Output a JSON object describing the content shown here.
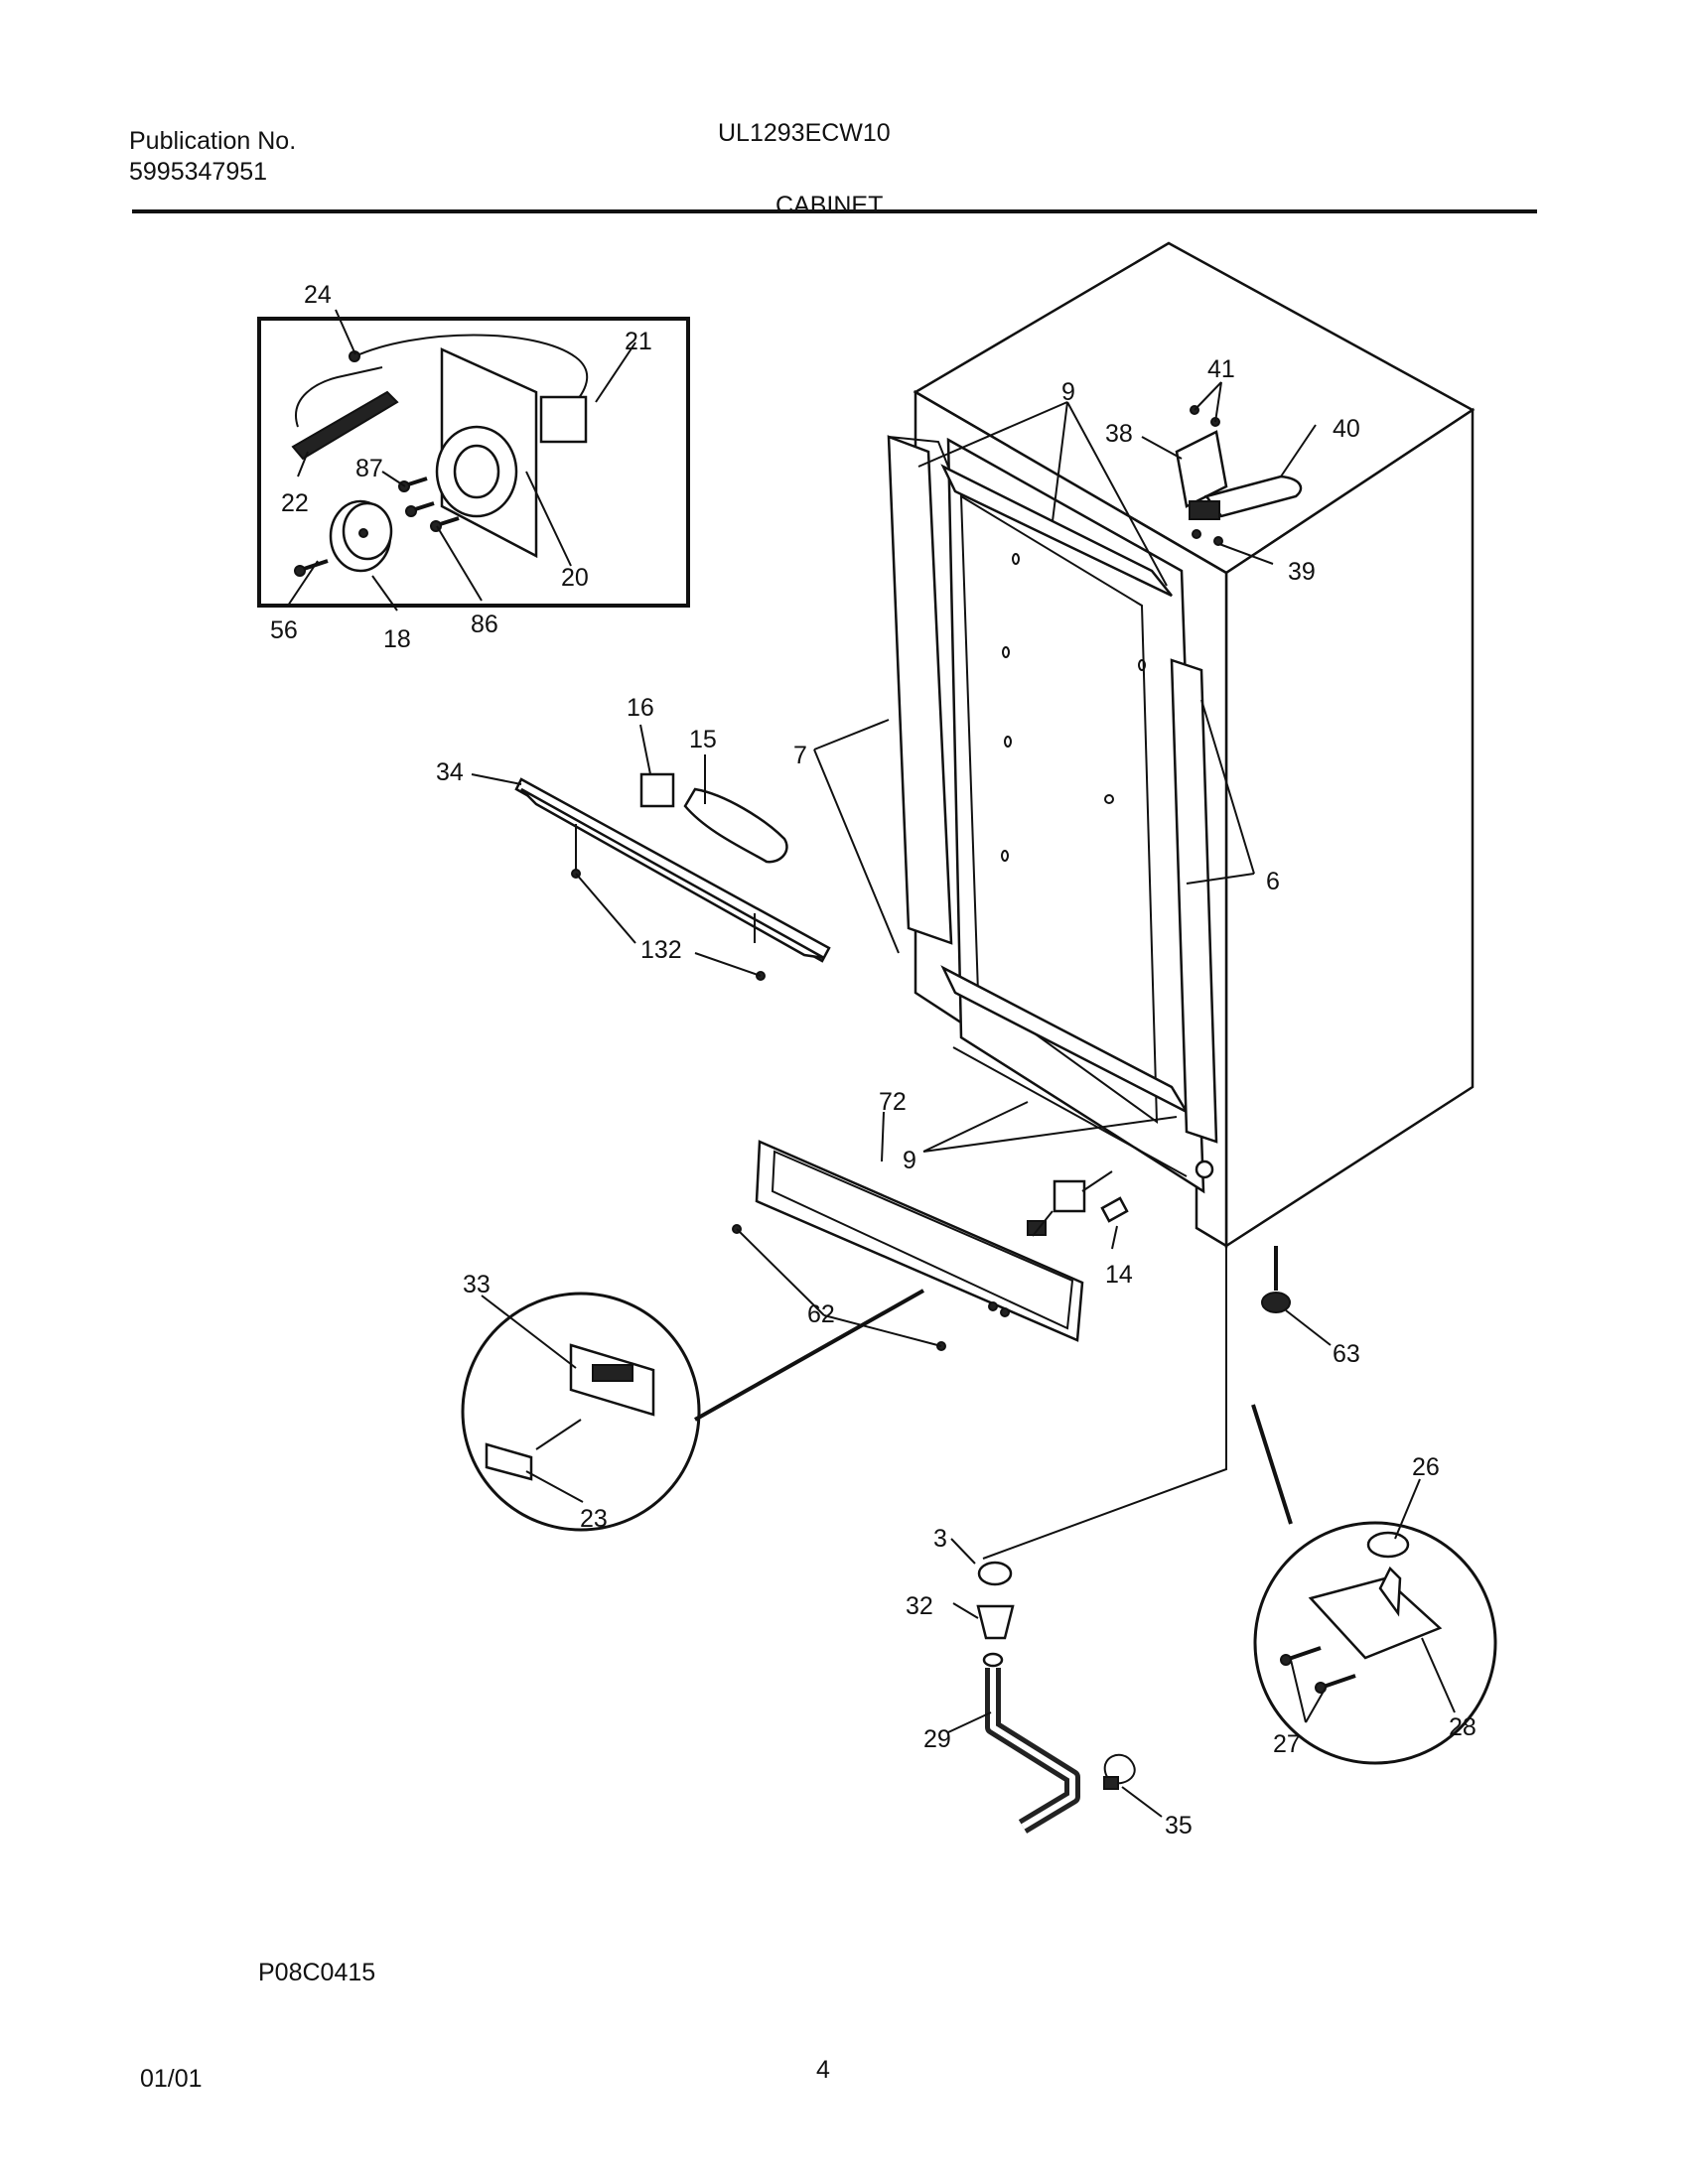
{
  "header": {
    "publication_label": "Publication No.",
    "publication_number": "5995347951",
    "model": "UL1293ECW10",
    "section_title": "CABINET"
  },
  "footer": {
    "diagram_code": "P08C0415",
    "date": "01/01",
    "page_number": "4"
  },
  "callouts": [
    "24",
    "21",
    "87",
    "22",
    "20",
    "56",
    "18",
    "86",
    "16",
    "15",
    "34",
    "132",
    "7",
    "9",
    "41",
    "38",
    "40",
    "39",
    "6",
    "72",
    "9",
    "14",
    "62",
    "33",
    "23",
    "63",
    "26",
    "3",
    "32",
    "29",
    "35",
    "27",
    "28"
  ]
}
